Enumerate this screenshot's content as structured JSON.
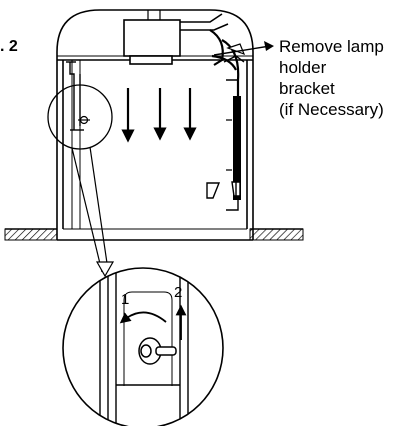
{
  "figure_number": ". 2",
  "callout": {
    "line1": "Remove lamp",
    "line2": "holder",
    "line3": "bracket",
    "line4": "(if Necessary)"
  },
  "steps": {
    "first": "1",
    "second": "2"
  },
  "colors": {
    "ink": "#000000",
    "paper": "#ffffff",
    "hatch": "#000000"
  },
  "icons": {
    "down_arrows": "down-arrow-icon",
    "rotate": "rotate-arrow-icon",
    "slide_up": "up-arrow-icon"
  }
}
